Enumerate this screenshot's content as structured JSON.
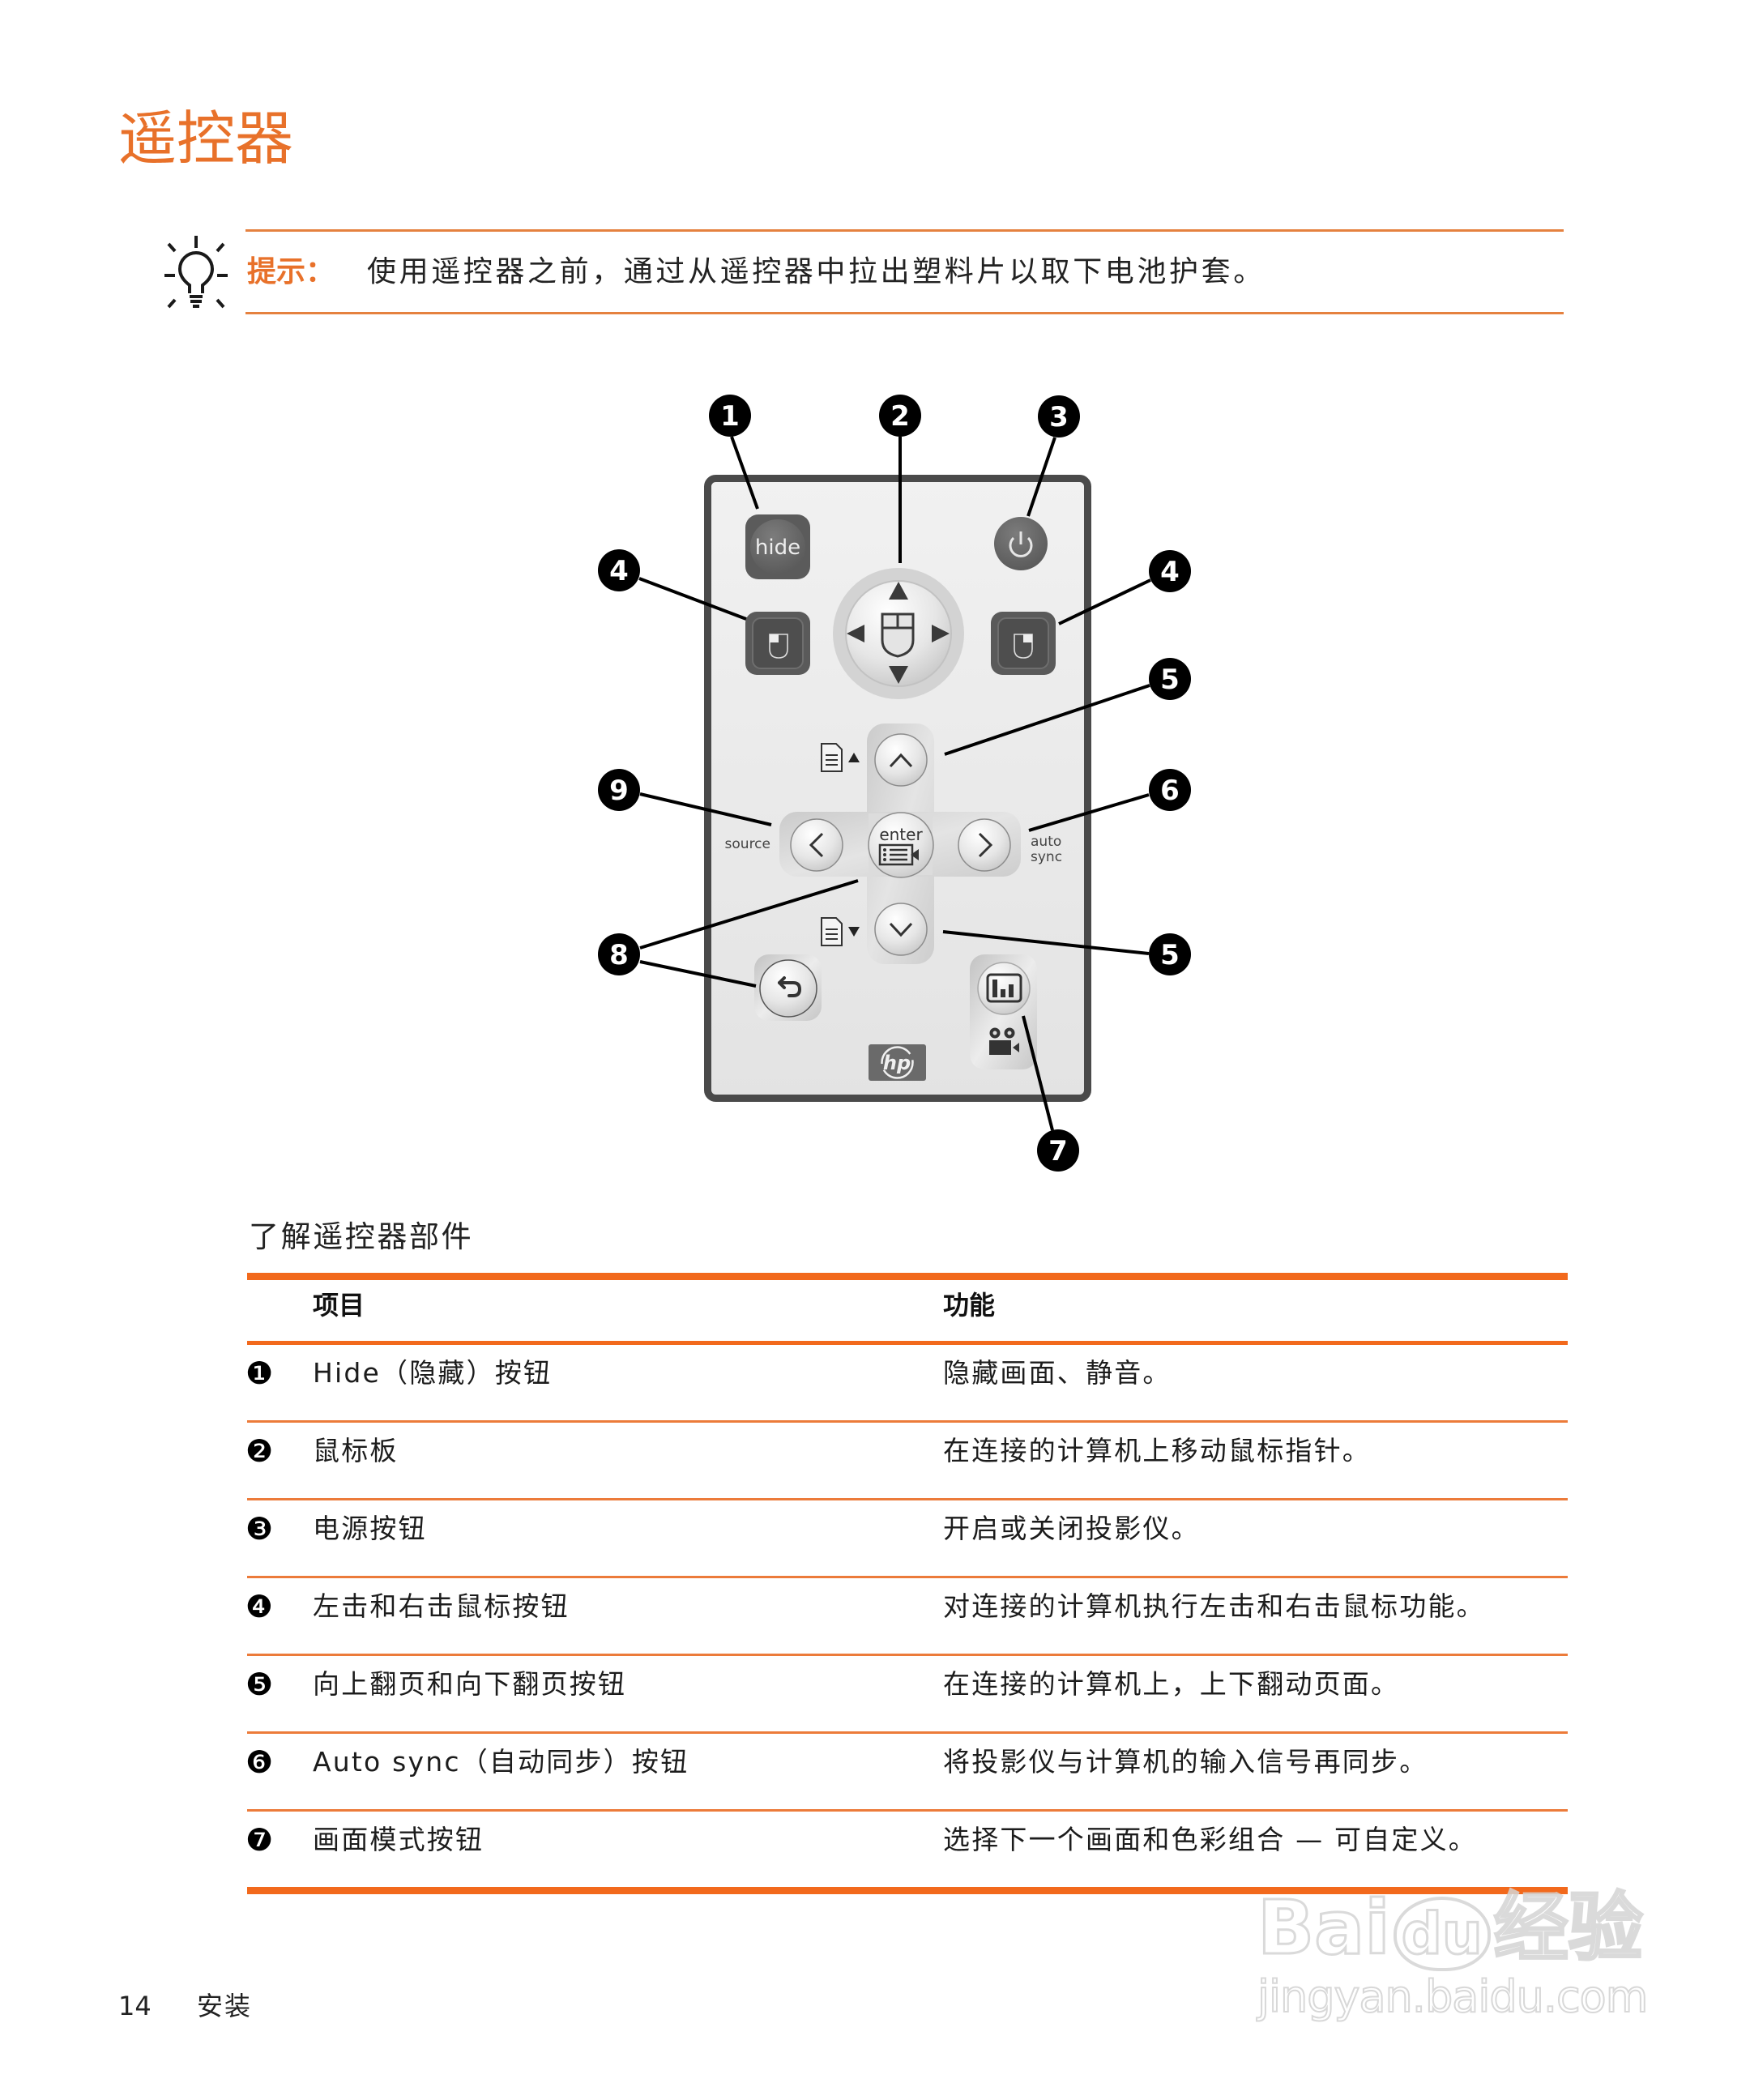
{
  "page": {
    "title": "遥控器"
  },
  "tip": {
    "icon": "lightbulb-icon",
    "label": "提示：",
    "text": "使用遥控器之前，通过从遥控器中拉出塑料片以取下电池护套。"
  },
  "diagram": {
    "labels": {
      "hide": "hide",
      "enter": "enter",
      "source": "source",
      "auto": "auto",
      "sync": "sync",
      "logo": "hp"
    },
    "callouts": [
      {
        "label": "1"
      },
      {
        "label": "2"
      },
      {
        "label": "3"
      },
      {
        "label": "4"
      },
      {
        "label": "4"
      },
      {
        "label": "5"
      },
      {
        "label": "9"
      },
      {
        "label": "6"
      },
      {
        "label": "8"
      },
      {
        "label": "5"
      },
      {
        "label": "7"
      }
    ]
  },
  "table": {
    "caption": "了解遥控器部件",
    "headers": {
      "item": "项目",
      "function": "功能"
    },
    "rows": [
      {
        "num": "❶",
        "item": "Hide（隐藏）按钮",
        "function": "隐藏画面、静音。"
      },
      {
        "num": "❷",
        "item": "鼠标板",
        "function": "在连接的计算机上移动鼠标指针。"
      },
      {
        "num": "❸",
        "item": "电源按钮",
        "function": "开启或关闭投影仪。"
      },
      {
        "num": "❹",
        "item": "左击和右击鼠标按钮",
        "function": "对连接的计算机执行左击和右击鼠标功能。"
      },
      {
        "num": "❺",
        "item": "向上翻页和向下翻页按钮",
        "function": "在连接的计算机上，上下翻动页面。"
      },
      {
        "num": "❻",
        "item": "Auto sync（自动同步）按钮",
        "function": "将投影仪与计算机的输入信号再同步。"
      },
      {
        "num": "❼",
        "item": "画面模式按钮",
        "function": "选择下一个画面和色彩组合 — 可自定义。"
      }
    ]
  },
  "footer": {
    "page_number": "14",
    "section": "安装"
  },
  "watermark": {
    "brand_a": "Bai",
    "brand_b": "du",
    "brand_cn": "经验",
    "url": "jingyan.baidu.com"
  },
  "colors": {
    "accent": "#E8712A",
    "rule_thick": "#F2691C",
    "rule_thin": "#EC7B3A"
  }
}
